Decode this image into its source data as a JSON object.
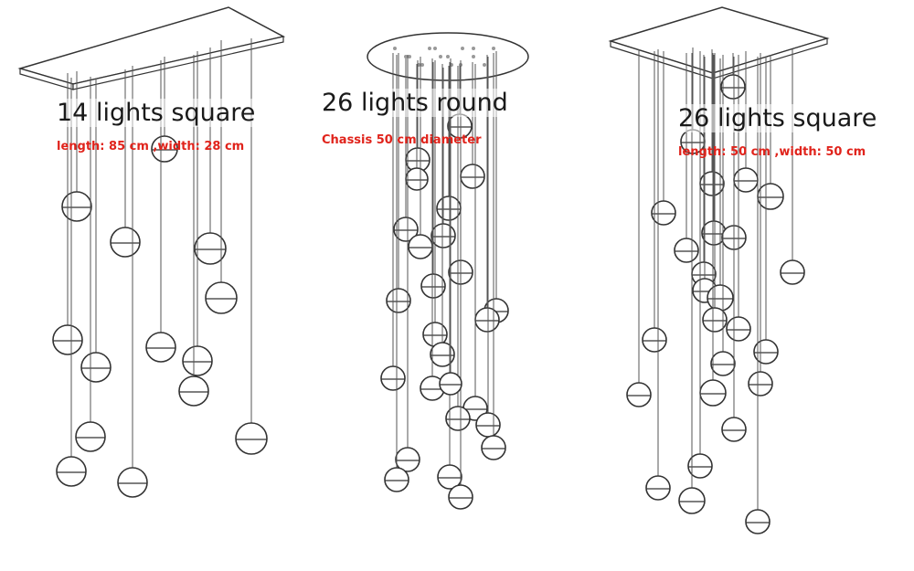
{
  "fixtures": [
    {
      "id": "square-14",
      "title": "14 lights square",
      "spec": "length: 85 cm ,width: 28 cm"
    },
    {
      "id": "round-26",
      "title": "26 lights round",
      "spec": "Chassis 50 cm diameter"
    },
    {
      "id": "square-26",
      "title": "26 lights square",
      "spec": "length: 50 cm ,width: 50 cm"
    }
  ],
  "colors": {
    "line": "#333333",
    "spec_text": "#e0231b",
    "title_text": "#1a1a1a",
    "background": "#ffffff"
  }
}
